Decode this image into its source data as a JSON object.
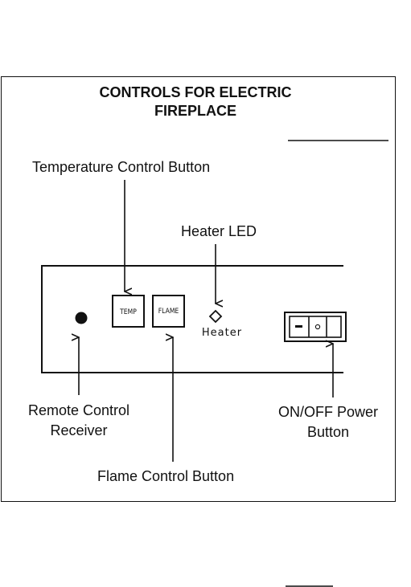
{
  "title_line1": "CONTROLS FOR ELECTRIC",
  "title_line2": "FIREPLACE",
  "labels": {
    "temperature_control": "Temperature Control Button",
    "heater_led": "Heater LED",
    "remote_receiver_line1": "Remote Control",
    "remote_receiver_line2": "Receiver",
    "power_line1": "ON/OFF Power",
    "power_line2": "Button",
    "flame_control": "Flame Control Button"
  },
  "panel": {
    "temp_button": "TEMP",
    "flame_button": "FLAME",
    "heater_indicator": "Heater",
    "switch_off_symbol": "–",
    "switch_on_symbol": "o"
  }
}
